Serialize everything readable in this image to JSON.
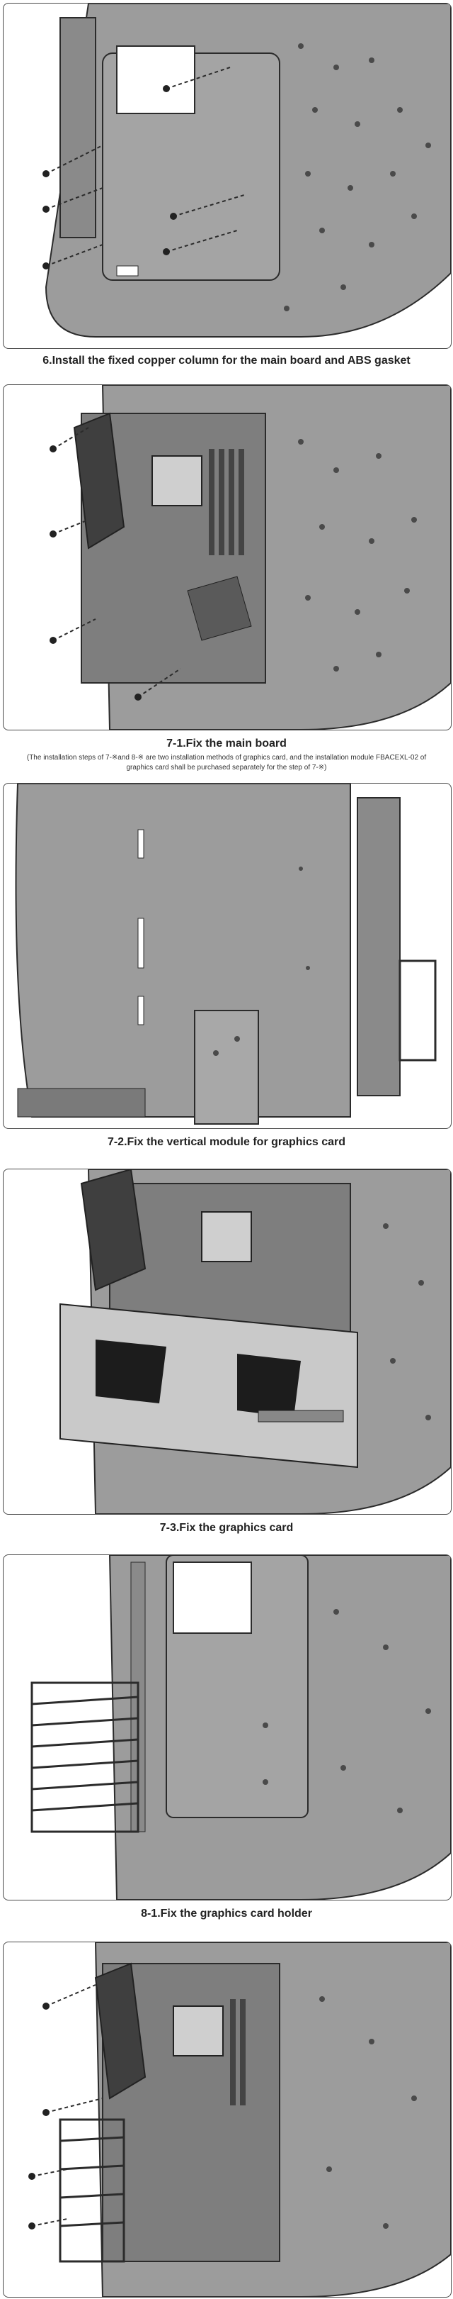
{
  "steps": [
    {
      "caption": "6.Install the fixed copper column for the main board and ABS gasket"
    },
    {
      "caption": "7-1.Fix the main board",
      "note": "(The installation steps of 7-※and 8-※ are two installation methods of graphics card, and the installation module FBACEXL-02 of graphics card shall be purchased separately for the step of 7-※)"
    },
    {
      "caption": "7-2.Fix the vertical module for graphics card"
    },
    {
      "caption": "7-3.Fix the graphics card"
    },
    {
      "caption": "8-1.Fix the graphics card holder"
    },
    {
      "caption": ""
    }
  ],
  "colors": {
    "panel_border": "#4a4a4a",
    "metal": "#9a9a9a",
    "metal_dark": "#6a6a6a",
    "line": "#2b2b2b"
  }
}
